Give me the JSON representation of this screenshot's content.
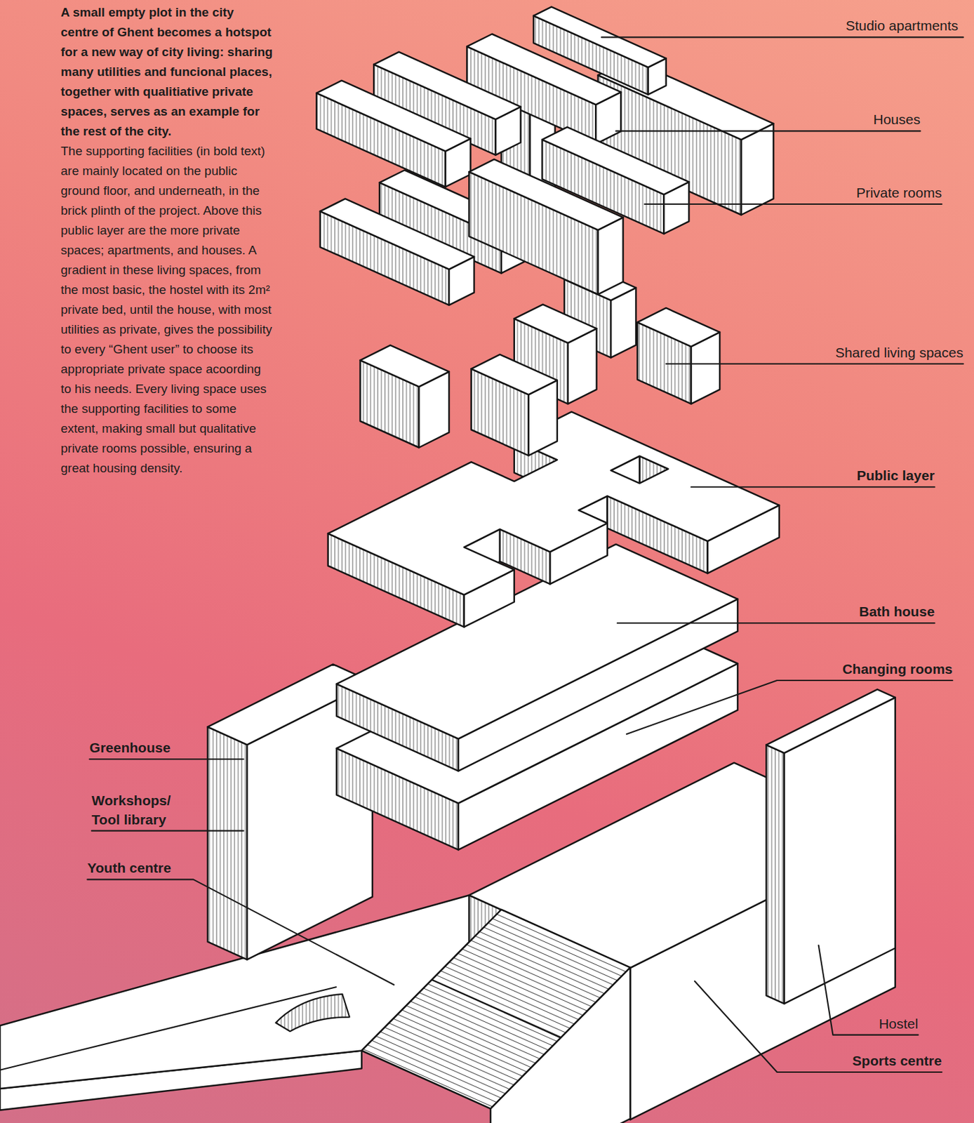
{
  "diagram": {
    "title": "A small empty plot in the city centre of Ghent becomes a hotspot for a new way of city living: sharing many utilities and funcional places, together with qualitiative private spaces, serves as an example for the rest of the city.",
    "caption": "The supporting facilities (in bold text) are mainly located on the public ground floor, and underneath, in the brick plinth of the project. Above this public layer are the more private spaces; apartments, and houses. A gradient in these living spaces, from the most basic, the hostel with its 2m² private bed, until the house, with most utilities as private, gives the possibility to every “Ghent user” to choose its appropriate private space acoording to his needs. Every living space uses the supporting facilities to some extent, making small but qualitative private rooms possible, ensuring a great housing density.",
    "labels": [
      "Studio apartments",
      "Houses",
      "Private rooms",
      "Shared living spaces",
      "Public layer",
      "Bath house",
      "Changing rooms",
      "Greenhouse",
      "Workshops/ Tool library",
      "Youth centre",
      "Hostel",
      "Sports centre"
    ]
  }
}
